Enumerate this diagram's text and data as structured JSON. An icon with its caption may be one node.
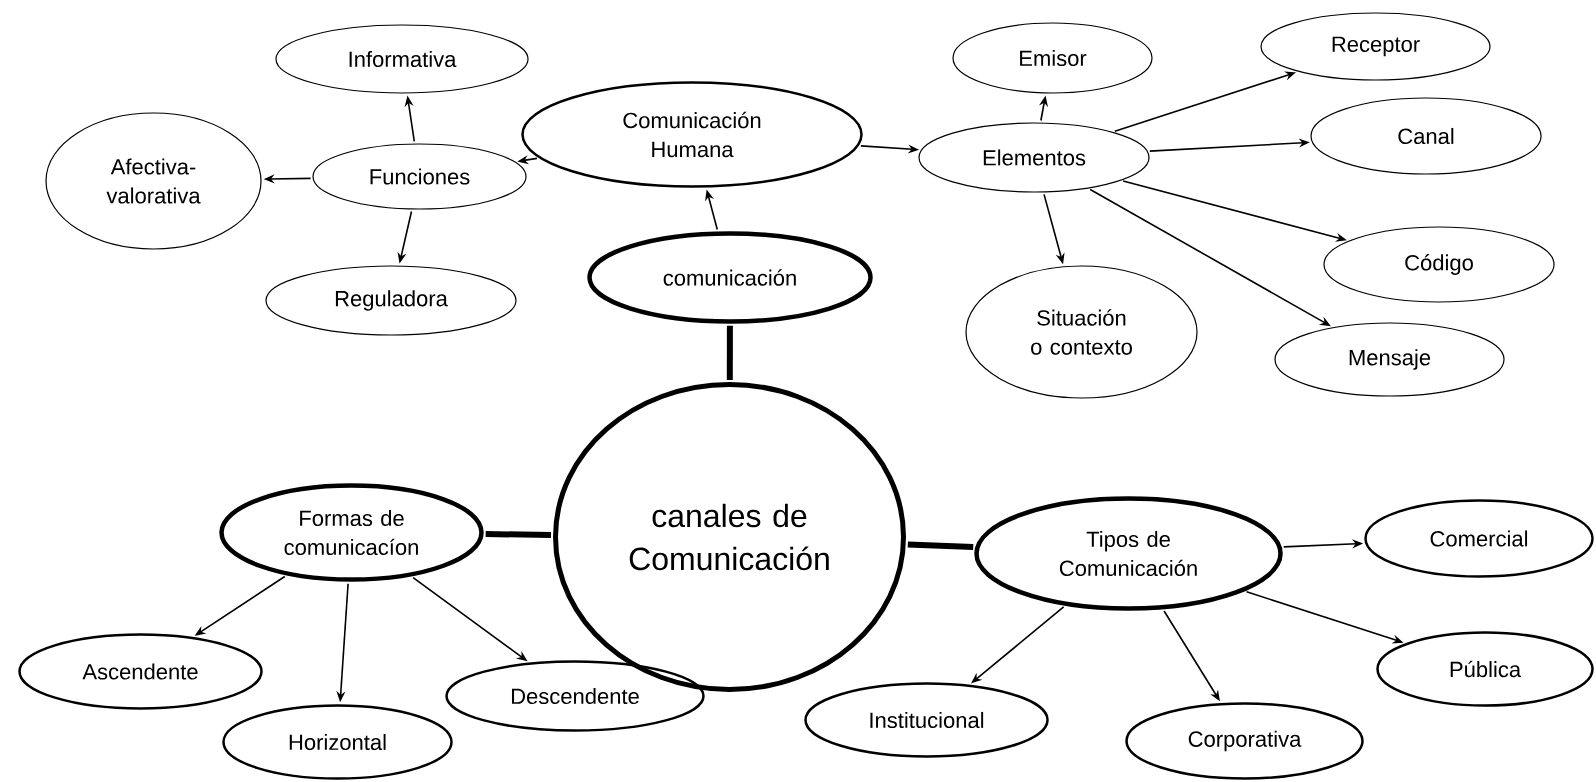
{
  "diagram": {
    "nodes": [
      {
        "text": [
          "canales de Comunicación"
        ]
      },
      {
        "text": [
          "comunicación"
        ]
      },
      {
        "text": [
          "Comunicación Humana"
        ]
      },
      {
        "text": [
          "Funciones"
        ]
      },
      {
        "text": [
          "Informativa"
        ]
      },
      {
        "text": [
          "Afectiva- valorativa"
        ]
      },
      {
        "text": [
          "Reguladora"
        ]
      },
      {
        "text": [
          "Elementos"
        ]
      },
      {
        "text": [
          "Emisor"
        ]
      },
      {
        "text": [
          "Receptor"
        ]
      },
      {
        "text": [
          "Canal"
        ]
      },
      {
        "text": [
          "Código"
        ]
      },
      {
        "text": [
          "Situación o contexto"
        ]
      },
      {
        "text": [
          "Mensaje"
        ]
      },
      {
        "text": [
          "Formas de comunicacíon"
        ]
      },
      {
        "text": [
          "Ascendente"
        ]
      },
      {
        "text": [
          "Horizontal"
        ]
      },
      {
        "text": [
          "Descendente"
        ]
      },
      {
        "text": [
          "Tipos de Comunicación"
        ]
      },
      {
        "text": [
          "Comercial"
        ]
      },
      {
        "text": [
          "Institucional"
        ]
      },
      {
        "text": [
          "Corporativa"
        ]
      },
      {
        "text": [
          "Pública"
        ]
      }
    ],
    "edges": [
      {
        "from": 1,
        "to": 2,
        "arrow": "to"
      },
      {
        "from": 2,
        "to": 3,
        "arrow": "to"
      },
      {
        "from": 3,
        "to": 4,
        "arrow": "to"
      },
      {
        "from": 3,
        "to": 5,
        "arrow": "to"
      },
      {
        "from": 3,
        "to": 6,
        "arrow": "to"
      },
      {
        "from": 2,
        "to": 7,
        "arrow": "to"
      },
      {
        "from": 7,
        "to": 8,
        "arrow": "to"
      },
      {
        "from": 7,
        "to": 9,
        "arrow": "to"
      },
      {
        "from": 7,
        "to": 10,
        "arrow": "to"
      },
      {
        "from": 7,
        "to": 11,
        "arrow": "to"
      },
      {
        "from": 7,
        "to": 12,
        "arrow": "to"
      },
      {
        "from": 7,
        "to": 13,
        "arrow": "to"
      },
      {
        "from": 0,
        "to": 1,
        "arrow": "none",
        "style": "thick"
      },
      {
        "from": 0,
        "to": 14,
        "arrow": "none",
        "style": "thick"
      },
      {
        "from": 0,
        "to": 18,
        "arrow": "none",
        "style": "thick"
      },
      {
        "from": 14,
        "to": 15,
        "arrow": "to"
      },
      {
        "from": 14,
        "to": 16,
        "arrow": "to"
      },
      {
        "from": 14,
        "to": 17,
        "arrow": "to"
      },
      {
        "from": 18,
        "to": 19,
        "arrow": "to"
      },
      {
        "from": 18,
        "to": 20,
        "arrow": "to"
      },
      {
        "from": 18,
        "to": 21,
        "arrow": "to"
      },
      {
        "from": 18,
        "to": 22,
        "arrow": "to"
      }
    ]
  }
}
